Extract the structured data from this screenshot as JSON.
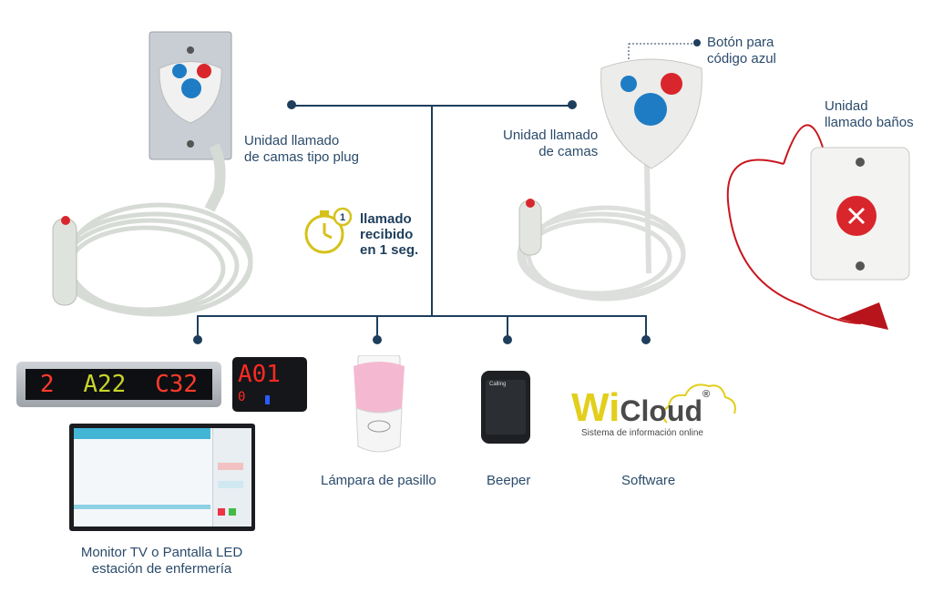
{
  "labels": {
    "plug_unit": "Unidad llamado de camas tipo plug",
    "plug_unit_line1": "Unidad llamado",
    "plug_unit_line2": "de camas tipo plug",
    "bed_unit_line1": "Unidad llamado",
    "bed_unit_line2": "de camas",
    "blue_code_line1": "Botón para",
    "blue_code_line2": "código azul",
    "bath_unit_line1": "Unidad",
    "bath_unit_line2": "llamado baños",
    "timer_line1": "llamado",
    "timer_line2": "recibido",
    "timer_line3": "en 1 seg.",
    "timer_badge": "1",
    "lamp": "Lámpara de pasillo",
    "beeper": "Beeper",
    "software": "Software",
    "monitor_line1": "Monitor TV o Pantalla LED",
    "monitor_line2": "estación de enfermería"
  },
  "led_display": {
    "segments": [
      "2",
      "A22",
      "C32"
    ],
    "small_display": "A01",
    "small_display_sub": "0"
  },
  "brand": {
    "wicloud_wi": "Wi",
    "wicloud_cloud": "Cloud",
    "wicloud_reg": "®",
    "wicloud_tagline": "Sistema de información online",
    "device_brand": "Calling"
  },
  "colors": {
    "navy": "#1d3e5c",
    "accent_yellow": "#d4c21a",
    "red": "#d9262c",
    "blue": "#1e7cc4",
    "wicloud_yellow": "#e2cf1c",
    "wicloud_gray": "#4a4a4a"
  }
}
